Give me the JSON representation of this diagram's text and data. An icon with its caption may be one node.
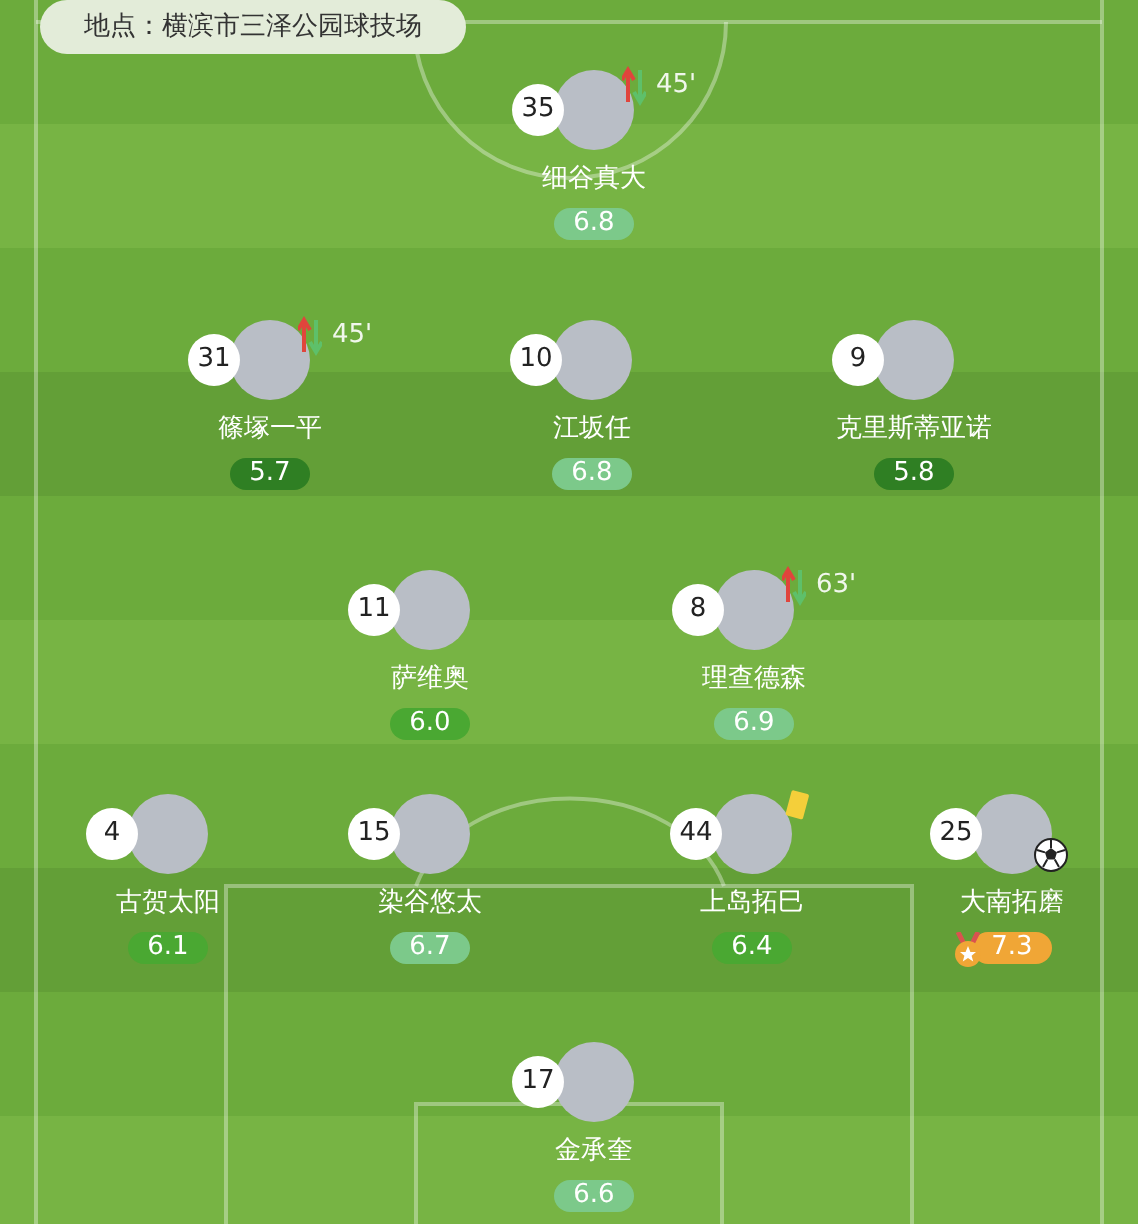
{
  "diagram": {
    "nodes": [
      {
        "text": [
          "35",
          "细谷真大",
          "6.8"
        ],
        "beside": [
          "45'"
        ]
      },
      {
        "text": [
          "31",
          "篠塚一平",
          "5.7"
        ],
        "beside": [
          "45'"
        ]
      },
      {
        "text": [
          "10",
          "江坂任",
          "6.8"
        ]
      },
      {
        "text": [
          "9",
          "克里斯蒂亚诺",
          "5.8"
        ]
      },
      {
        "text": [
          "11",
          "萨维奥",
          "6.0"
        ]
      },
      {
        "text": [
          "8",
          "理查德森",
          "6.9"
        ],
        "beside": [
          "63'"
        ]
      },
      {
        "text": [
          "4",
          "古贺太阳",
          "6.1"
        ]
      },
      {
        "text": [
          "15",
          "染谷悠太",
          "6.7"
        ]
      },
      {
        "text": [
          "44",
          "上岛拓巳",
          "6.4"
        ]
      },
      {
        "text": [
          "25",
          "大南拓磨",
          "7.3"
        ]
      },
      {
        "text": [
          "17",
          "金承奎",
          "6.6"
        ]
      }
    ],
    "labels": [
      "地点：横滨市三泽公园球技场"
    ]
  }
}
